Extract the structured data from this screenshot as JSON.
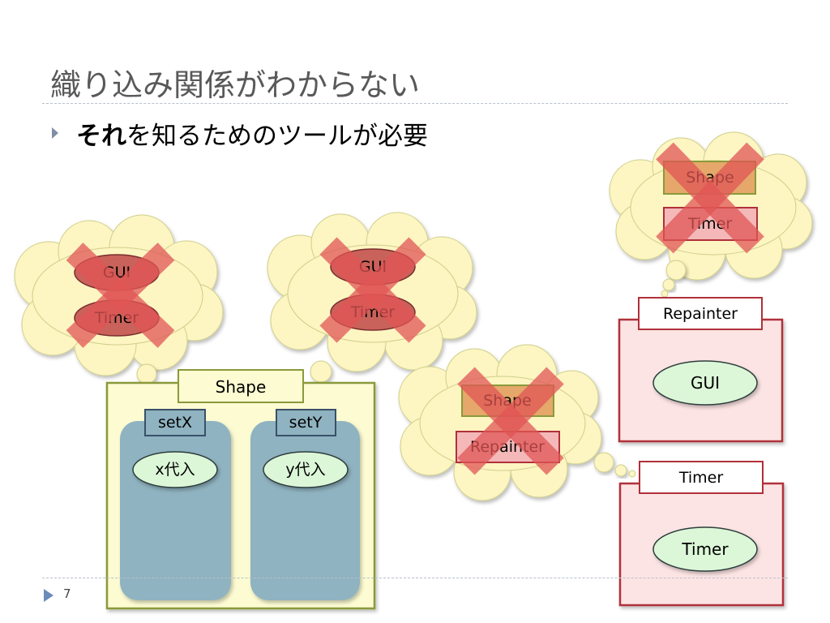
{
  "slide": {
    "title": "織り込み関係がわからない",
    "bullet_bold": "それ",
    "bullet_rest": "を知るためのツールが必要",
    "page_number": "7"
  },
  "diagram": {
    "shape_component": {
      "name": "Shape",
      "methods": [
        {
          "label": "setX",
          "body": "x代入"
        },
        {
          "label": "setY",
          "body": "y代入"
        }
      ]
    },
    "left_thoughts": [
      {
        "items": [
          "GUI",
          "Timer"
        ]
      },
      {
        "items": [
          "GUI",
          "Timer"
        ]
      }
    ],
    "middle_thought": {
      "items": [
        "Shape",
        "Repainter"
      ]
    },
    "top_right_thought": {
      "items": [
        "Shape",
        "Timer"
      ]
    },
    "repainter_component": {
      "name": "Repainter",
      "body": "GUI"
    },
    "timer_component": {
      "name": "Timer",
      "body": "Timer"
    }
  },
  "colors": {
    "cloud_fill": "#fdf5c2",
    "shape_box_fill": "#fcfbd2",
    "shape_box_stroke": "#8a9a3a",
    "method_fill": "#8fb3c0",
    "oval_fill": "#dcf7d8",
    "pink_fill": "#fde4e4",
    "red_stroke": "#b0303a",
    "cross": "#e05555"
  }
}
